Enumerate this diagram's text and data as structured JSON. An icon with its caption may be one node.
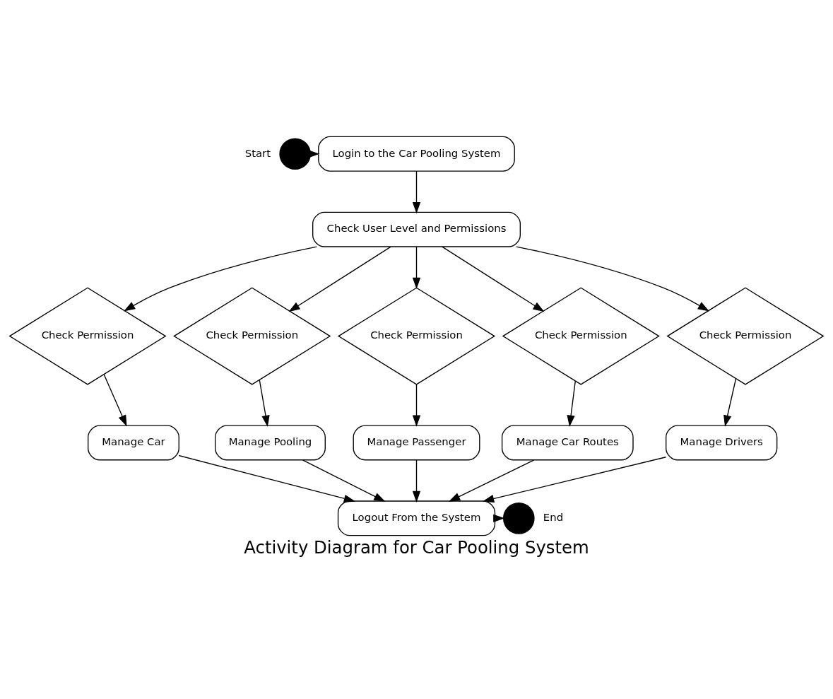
{
  "diagram": {
    "title": "Activity Diagram for Car Pooling System",
    "nodes": [
      {
        "text": [],
        "shape": "circle",
        "beside": [
          "Start"
        ]
      },
      {
        "text": [
          "Login to the Car Pooling System"
        ]
      },
      {
        "text": [
          "Check User Level and Permissions"
        ]
      },
      {
        "text": [
          "Check Permission"
        ]
      },
      {
        "text": [
          "Check Permission"
        ]
      },
      {
        "text": [
          "Check Permission"
        ]
      },
      {
        "text": [
          "Check Permission"
        ]
      },
      {
        "text": [
          "Check Permission"
        ]
      },
      {
        "text": [
          "Manage Car"
        ]
      },
      {
        "text": [
          "Manage Pooling"
        ]
      },
      {
        "text": [
          "Manage Passenger"
        ]
      },
      {
        "text": [
          "Manage Car Routes"
        ]
      },
      {
        "text": [
          "Manage Drivers"
        ]
      },
      {
        "text": [
          "Logout From the System"
        ]
      },
      {
        "text": [],
        "shape": "circle",
        "beside": [
          "End"
        ]
      }
    ],
    "edges": [
      {
        "from": 0,
        "to": 1,
        "arrow": "to"
      },
      {
        "from": 1,
        "to": 2,
        "arrow": "to"
      },
      {
        "from": 2,
        "to": 3,
        "arrow": "to"
      },
      {
        "from": 2,
        "to": 4,
        "arrow": "to"
      },
      {
        "from": 2,
        "to": 5,
        "arrow": "to"
      },
      {
        "from": 2,
        "to": 6,
        "arrow": "to"
      },
      {
        "from": 2,
        "to": 7,
        "arrow": "to"
      },
      {
        "from": 3,
        "to": 8,
        "arrow": "to"
      },
      {
        "from": 4,
        "to": 9,
        "arrow": "to"
      },
      {
        "from": 5,
        "to": 10,
        "arrow": "to"
      },
      {
        "from": 6,
        "to": 11,
        "arrow": "to"
      },
      {
        "from": 7,
        "to": 12,
        "arrow": "to"
      },
      {
        "from": 8,
        "to": 13,
        "arrow": "to"
      },
      {
        "from": 9,
        "to": 13,
        "arrow": "to"
      },
      {
        "from": 10,
        "to": 13,
        "arrow": "to"
      },
      {
        "from": 11,
        "to": 13,
        "arrow": "to"
      },
      {
        "from": 12,
        "to": 13,
        "arrow": "to"
      },
      {
        "from": 13,
        "to": 14,
        "arrow": "to"
      }
    ]
  }
}
